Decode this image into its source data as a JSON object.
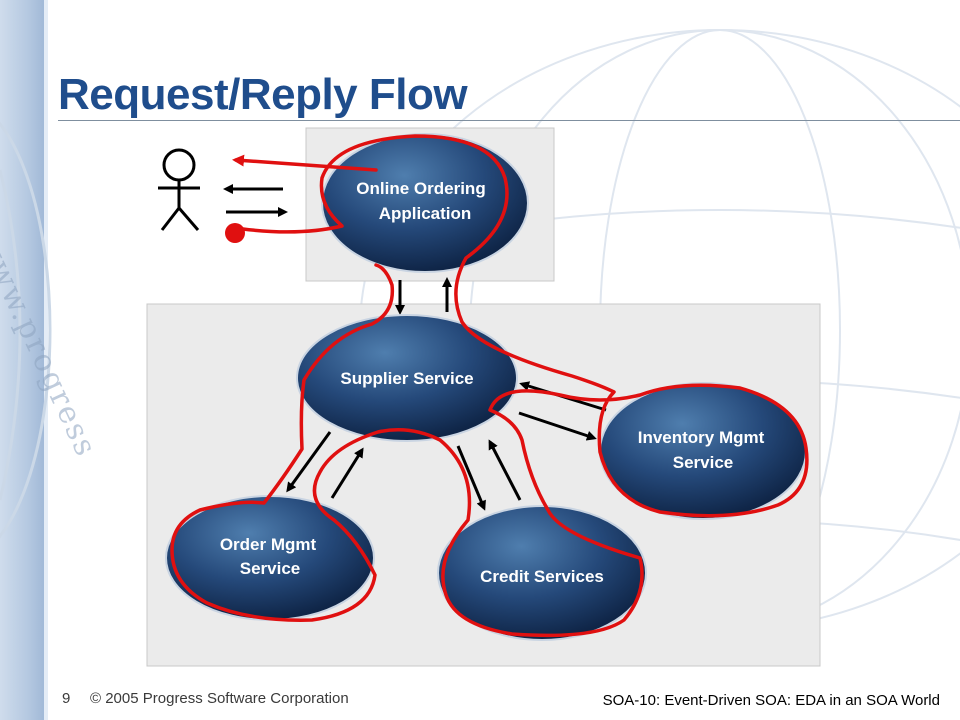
{
  "slide": {
    "title": "Request/Reply Flow",
    "watermark": "www.progress"
  },
  "nodes": {
    "online_ordering": [
      "Online Ordering",
      "Application"
    ],
    "supplier": [
      "Supplier Service"
    ],
    "inventory": [
      "Inventory Mgmt",
      "Service"
    ],
    "order": [
      "Order Mgmt",
      "Service"
    ],
    "credit": [
      "Credit Services"
    ]
  },
  "colors": {
    "title": "#1f4d8c",
    "node_fill_light": "#3e6a98",
    "node_fill_dark": "#102a4c",
    "flow_line": "#e01010",
    "panel": "#ebebeb"
  },
  "footer": {
    "page_number": "9",
    "copyright": "© 2005 Progress Software Corporation",
    "session": "SOA-10: Event-Driven SOA: EDA in an SOA World"
  }
}
